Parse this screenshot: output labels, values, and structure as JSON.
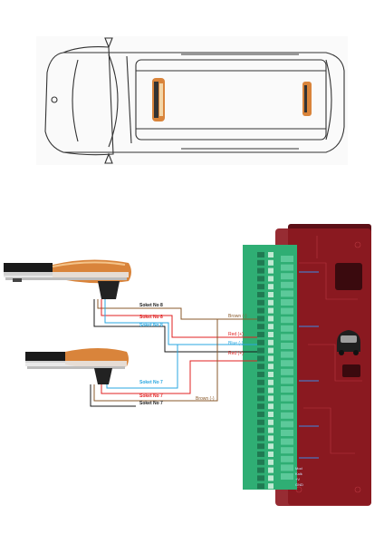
{
  "colors": {
    "brown": "#8a5a2b",
    "red": "#e02020",
    "blue": "#2aa7e0",
    "black": "#1a1a1a",
    "terminal_green": "#2fae74",
    "module_red": "#8e1a22"
  },
  "icons": [
    "van-top-view",
    "lightbar",
    "control-module",
    "terminal-block",
    "car-icon"
  ],
  "wire_labels": {
    "brown_right": "Brown (-)",
    "red_right_1": "Red (+)",
    "blue_right": "Blue (-)",
    "red_right_2": "Red (+)",
    "brown_lower": "Brown (-)"
  },
  "socket_labels": {
    "top_black": "Soket No 8",
    "top_red": "Soket No 8",
    "top_blue": "Soket No 8",
    "bottom_blue": "Soket No 7",
    "bottom_red": "Soket No 7",
    "bottom_black": "Soket No 7"
  },
  "module": {
    "power_labels": [
      "Mod",
      "Kalk",
      "+V",
      "GND"
    ]
  }
}
